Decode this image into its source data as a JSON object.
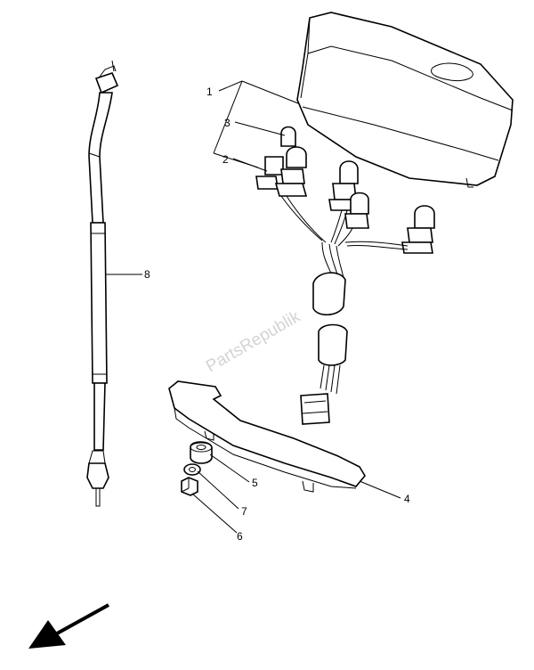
{
  "watermark": "PartsRepublik",
  "callouts": [
    {
      "id": "1",
      "label": "1"
    },
    {
      "id": "2",
      "label": "2"
    },
    {
      "id": "3",
      "label": "3"
    },
    {
      "id": "4",
      "label": "4"
    },
    {
      "id": "5",
      "label": "5"
    },
    {
      "id": "6",
      "label": "6"
    },
    {
      "id": "7",
      "label": "7"
    },
    {
      "id": "8",
      "label": "8"
    }
  ],
  "direction_arrow": "front-direction-arrow"
}
